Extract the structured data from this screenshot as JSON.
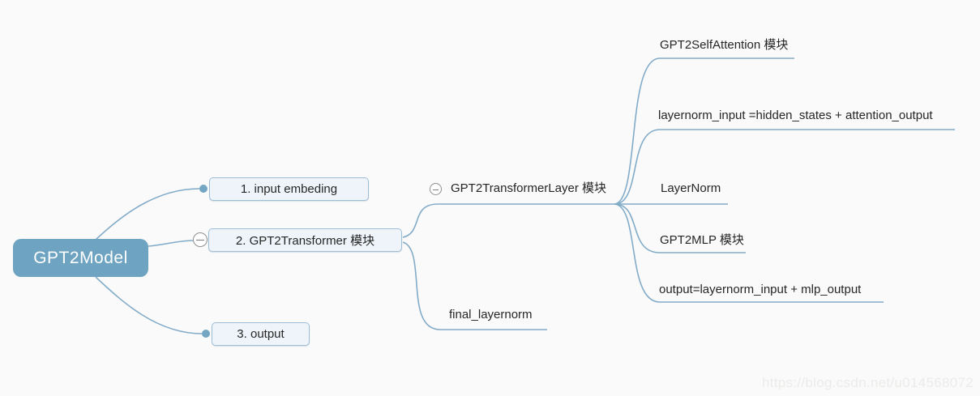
{
  "diagram": {
    "title_hint": "GPT2Model mind map",
    "root": {
      "label": "GPT2Model"
    },
    "children": [
      {
        "label": "1. input embeding"
      },
      {
        "label": "2. GPT2Transformer 模块",
        "collapse_icon": "minus"
      },
      {
        "label": "3. output"
      }
    ],
    "transformer_children": [
      {
        "label": "GPT2TransformerLayer 模块",
        "collapse_icon": "minus"
      },
      {
        "label": "final_layernorm"
      }
    ],
    "layer_children": [
      {
        "label": "GPT2SelfAttention 模块"
      },
      {
        "label": "layernorm_input =hidden_states + attention_output"
      },
      {
        "label": "LayerNorm"
      },
      {
        "label": "GPT2MLP 模块"
      },
      {
        "label": "output=layernorm_input + mlp_output"
      }
    ],
    "colors": {
      "background": "#fafafa",
      "line": "#82abc8",
      "root_fill": "#6ea3c1",
      "root_text": "#ffffff",
      "node_fill": "#eef4fa",
      "node_border": "#9dbdd6",
      "text": "#262626",
      "watermark_text": "#ebebe9"
    },
    "watermark": "https://blog.csdn.net/u014568072"
  }
}
